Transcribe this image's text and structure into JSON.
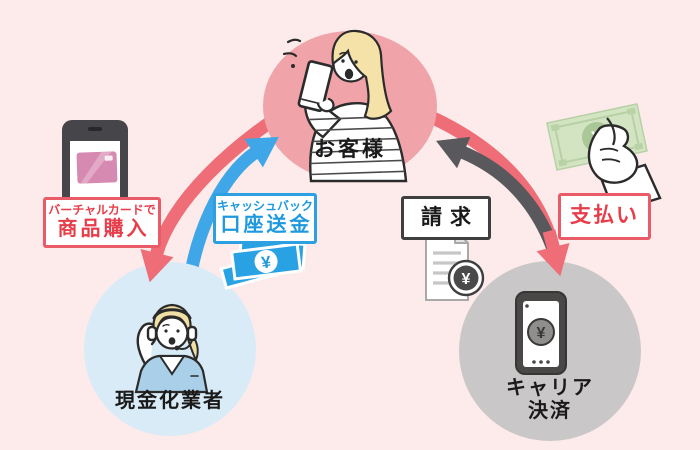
{
  "yen": "¥",
  "colors": {
    "background": "#fcebea",
    "customer_circle": "#f0a3a8",
    "cash_converter_circle": "#d9ebf6",
    "carrier_circle": "#c9c7c7",
    "red_arrow": "#ee6d77",
    "blue_arrow": "#3fa6e7",
    "gray_arrow": "#59585c",
    "red_text": "#e73d4a",
    "blue_text": "#1e99de",
    "dark_text": "#1a1a1a",
    "bill_blue": "#29a2e3",
    "bill_green": "#d3e4c2"
  },
  "nodes": {
    "customer": {
      "label": "お客様"
    },
    "cash_converter": {
      "label": "現金化業者"
    },
    "carrier": {
      "line1": "キャリア",
      "line2": "決済"
    }
  },
  "flows": {
    "purchase": {
      "line1": "バーチャルカードで",
      "line2": "商品購入"
    },
    "cashback": {
      "line1": "キャッシュバック",
      "line2": "口座送金"
    },
    "billing": {
      "label": "請求"
    },
    "payment": {
      "label": "支払い"
    }
  }
}
